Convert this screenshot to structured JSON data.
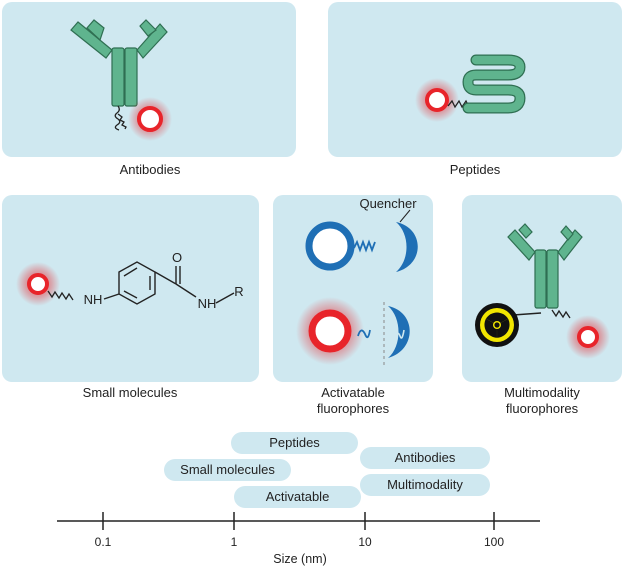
{
  "panels": {
    "antibodies": {
      "label": "Antibodies"
    },
    "peptides": {
      "label": "Peptides"
    },
    "small_molecules": {
      "label": "Small molecules",
      "atom_labels": {
        "nh_left": "NH",
        "nh_right": "NH",
        "o": "O",
        "r": "R"
      }
    },
    "activatable": {
      "label_line1": "Activatable",
      "label_line2": "fluorophores",
      "quencher": "Quencher"
    },
    "multimodality": {
      "label_line1": "Multimodality",
      "label_line2": "fluorophores"
    }
  },
  "scale": {
    "xlabel": "Size (nm)",
    "ticks": [
      "0.1",
      "1",
      "10",
      "100"
    ],
    "ranges": [
      {
        "label": "Peptides"
      },
      {
        "label": "Small molecules"
      },
      {
        "label": "Activatable"
      },
      {
        "label": "Antibodies"
      },
      {
        "label": "Multimodality"
      }
    ]
  },
  "colors": {
    "panel_bg": "#cfe8f0",
    "antibody_green": "#5fb48e",
    "fluorophore_red": "#e8242a",
    "quencher_blue": "#1f6fb5",
    "radiation_yellow": "#f2e600"
  }
}
